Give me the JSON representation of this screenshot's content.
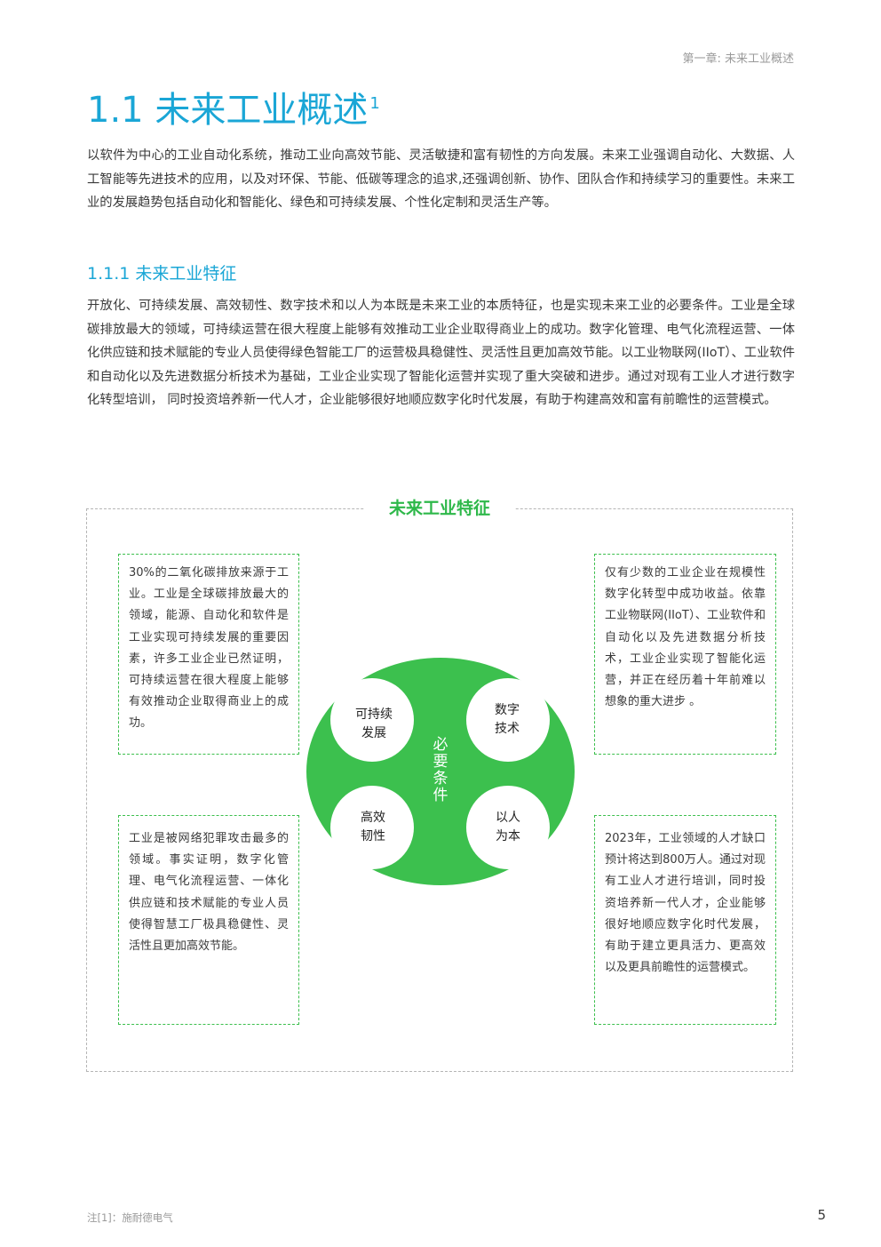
{
  "header": {
    "chapter_label": "第一章: 未来工业概述"
  },
  "section": {
    "title": "1.1 未来工业概述",
    "footnote_ref": "1",
    "intro": "以软件为中心的工业自动化系统，推动工业向高效节能、灵活敏捷和富有韧性的方向发展。未来工业强调自动化、大数据、人工智能等先进技术的应用，以及对环保、节能、低碳等理念的追求,还强调创新、协作、团队合作和持续学习的重要性。未来工业的发展趋势包括自动化和智能化、绿色和可持续发展、个性化定制和灵活生产等。"
  },
  "subsection": {
    "title": "1.1.1 未来工业特征",
    "body": "开放化、可持续发展、高效韧性、数字技术和以人为本既是未来工业的本质特征，也是实现未来工业的必要条件。工业是全球碳排放最大的领域，可持续运营在很大程度上能够有效推动工业企业取得商业上的成功。数字化管理、电气化流程运营、一体化供应链和技术赋能的专业人员使得绿色智能工厂的运营极具稳健性、灵活性且更加高效节能。以工业物联网(IIoT）、工业软件和自动化以及先进数据分析技术为基础，工业企业实现了智能化运营并实现了重大突破和进步。通过对现有工业人才进行数字化转型培训， 同时投资培养新一代人才，企业能够很好地顺应数字化时代发展，有助于构建高效和富有前瞻性的运营模式。"
  },
  "figure": {
    "title": "未来工业特征",
    "center_label": [
      "必",
      "要",
      "条",
      "件"
    ],
    "nodes": {
      "top_left": [
        "可持续",
        "发展"
      ],
      "top_right": [
        "数字",
        "技术"
      ],
      "bottom_left": [
        "高效",
        "韧性"
      ],
      "bottom_right": [
        "以人",
        "为本"
      ]
    },
    "cards": {
      "top_left": "30%的二氧化碳排放来源于工业。工业是全球碳排放最大的领域，能源、自动化和软件是工业实现可持续发展的重要因素，许多工业企业已然证明，可持续运营在很大程度上能够有效推动企业取得商业上的成功。",
      "top_right": "仅有少数的工业企业在规模性数字化转型中成功收益。依靠工业物联网(IIoT）、工业软件和自动化以及先进数据分析技术，工业企业实现了智能化运营，并正在经历着十年前难以想象的重大进步 。",
      "bottom_left": "工业是被网络犯罪攻击最多的领域。事实证明，数字化管理、电气化流程运营、一体化供应链和技术赋能的专业人员使得智慧工厂极具稳健性、灵活性且更加高效节能。",
      "bottom_right": "2023年，工业领域的人才缺口预计将达到800万人。通过对现有工业人才进行培训，同时投资培养新一代人才，企业能够很好地顺应数字化时代发展，有助于建立更具活力、更高效以及更具前瞻性的运营模式。"
    },
    "colors": {
      "accent_green": "#3cc04e",
      "title_blue": "#1aa6d6"
    }
  },
  "footer": {
    "note": "注[1]：施耐德电气",
    "page_number": "5"
  }
}
